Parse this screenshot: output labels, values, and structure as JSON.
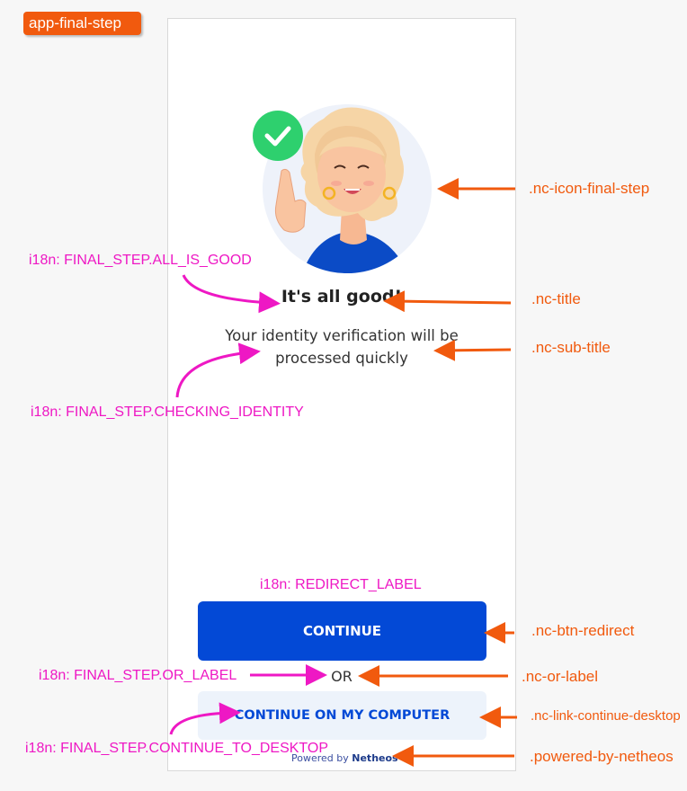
{
  "component_tag": "app-final-step",
  "screen": {
    "title": "It's all good!",
    "subtitle": "Your identity verification will be processed quickly",
    "continue_button": "CONTINUE",
    "or_label": "OR",
    "continue_desktop_link": "CONTINUE ON MY COMPUTER",
    "powered_by_prefix": "Powered by",
    "powered_by_brand": "Netheos"
  },
  "annotations": {
    "icon_class": ".nc-icon-final-step",
    "title_class": ".nc-title",
    "subtitle_class": ".nc-sub-title",
    "btn_class": ".nc-btn-redirect",
    "or_class": ".nc-or-label",
    "link_class": ".nc-link-continue-desktop",
    "powered_class": ".powered-by-netheos",
    "i18n_title": "i18n: FINAL_STEP.ALL_IS_GOOD",
    "i18n_subtitle": "i18n: FINAL_STEP.CHECKING_IDENTITY",
    "i18n_redirect": "i18n: REDIRECT_LABEL",
    "i18n_or": "i18n: FINAL_STEP.OR_LABEL",
    "i18n_desktop": "i18n: FINAL_STEP.CONTINUE_TO_DESKTOP"
  },
  "colors": {
    "primary": "#0349d6",
    "success": "#2ed06e",
    "annotation_orange": "#f15a0e",
    "annotation_pink": "#ee18c4"
  },
  "icons": [
    "check-icon",
    "person-illustration"
  ]
}
